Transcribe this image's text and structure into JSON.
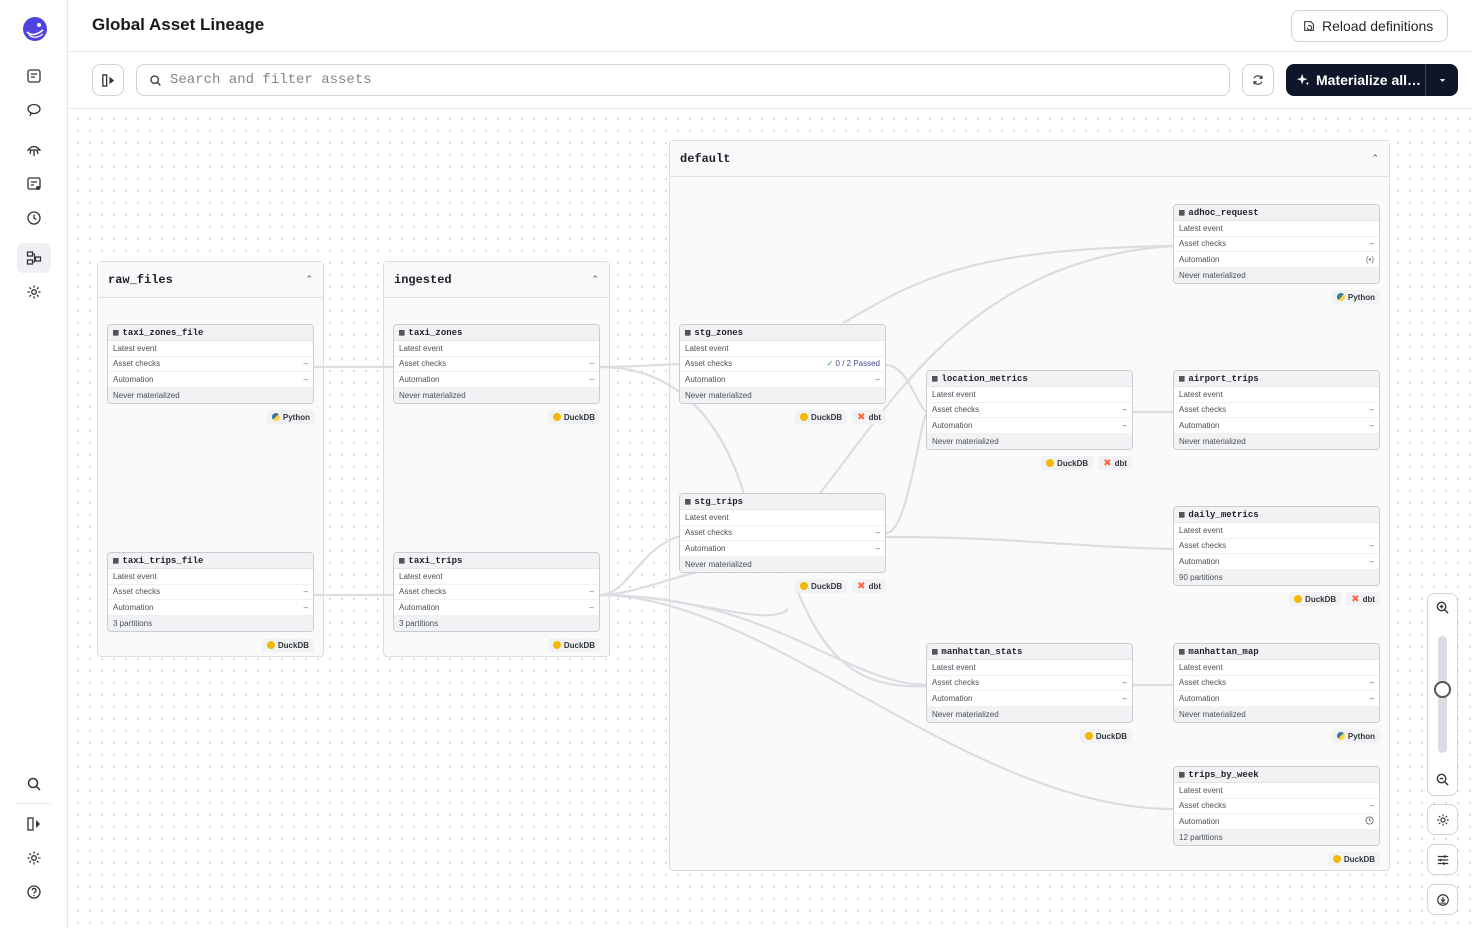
{
  "header": {
    "title": "Global Asset Lineage",
    "reload_label": "Reload definitions"
  },
  "toolbar": {
    "search_placeholder": "Search and filter assets",
    "materialize_label": "Materialize all…"
  },
  "groups": {
    "raw_files": "raw_files",
    "ingested": "ingested",
    "default": "default"
  },
  "labels": {
    "latest_event": "Latest event",
    "asset_checks": "Asset checks",
    "automation": "Automation",
    "dash": "–",
    "never": "Never materialized"
  },
  "nodes": {
    "taxi_zones_file": {
      "name": "taxi_zones_file",
      "foot": "Never materialized",
      "checks": "–",
      "auto": "–"
    },
    "taxi_trips_file": {
      "name": "taxi_trips_file",
      "foot": "3 partitions",
      "checks": "–",
      "auto": "–"
    },
    "taxi_zones": {
      "name": "taxi_zones",
      "foot": "Never materialized",
      "checks": "–",
      "auto": "–"
    },
    "taxi_trips": {
      "name": "taxi_trips",
      "foot": "3 partitions",
      "checks": "–",
      "auto": "–"
    },
    "stg_zones": {
      "name": "stg_zones",
      "foot": "Never materialized",
      "checks": "0 / 2 Passed",
      "auto": "–"
    },
    "stg_trips": {
      "name": "stg_trips",
      "foot": "Never materialized",
      "checks": "–",
      "auto": "–"
    },
    "location_metrics": {
      "name": "location_metrics",
      "foot": "Never materialized",
      "checks": "–",
      "auto": "–"
    },
    "manhattan_stats": {
      "name": "manhattan_stats",
      "foot": "Never materialized",
      "checks": "–",
      "auto": "–"
    },
    "adhoc_request": {
      "name": "adhoc_request",
      "foot": "Never materialized",
      "checks": "–",
      "auto": "(•)"
    },
    "airport_trips": {
      "name": "airport_trips",
      "foot": "Never materialized",
      "checks": "–",
      "auto": "–"
    },
    "daily_metrics": {
      "name": "daily_metrics",
      "foot": "90 partitions",
      "checks": "–",
      "auto": "–"
    },
    "manhattan_map": {
      "name": "manhattan_map",
      "foot": "Never materialized",
      "checks": "–",
      "auto": "–"
    },
    "trips_by_week": {
      "name": "trips_by_week",
      "foot": "12 partitions",
      "checks": "–",
      "auto": "clock"
    }
  },
  "tags": {
    "python": "Python",
    "duckdb": "DuckDB",
    "dbt": "dbt"
  },
  "colors": {
    "duckdb": "#f5b800",
    "dbt": "#ff694a",
    "python_blue": "#3776ab",
    "python_yellow": "#ffd43b",
    "primary": "#0f1629"
  }
}
